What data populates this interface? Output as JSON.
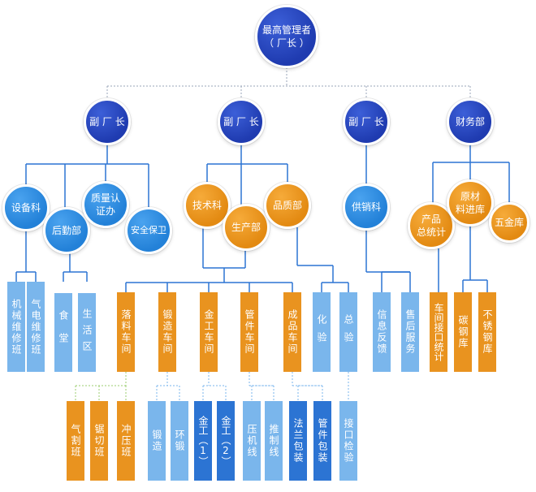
{
  "top": {
    "label": "最高管理者\n（ 厂长 ）"
  },
  "level2": {
    "vp1": "副 厂 长",
    "vp2": "副 厂 长",
    "vp3": "副 厂 长",
    "finance": "财务部"
  },
  "level3": {
    "equipment": "设备科",
    "logistics": "后勤部",
    "quality_cert": "质量认\n证办",
    "safety": "安全保卫",
    "tech": "技术科",
    "production": "生产部",
    "quality": "品质部",
    "supply_sales": "供销科",
    "product_stats": "产品\n总统计",
    "raw_material": "原材\n料进库",
    "hardware": "五金库"
  },
  "level4": {
    "mech_repair": "机械维修班",
    "elec_repair": "气电维修班",
    "canteen": "食堂",
    "living": "生活区",
    "blanking": "落料车间",
    "forging": "锻造车间",
    "metalwork": "金工车间",
    "pipe": "管件车间",
    "finished": "成品车间",
    "lab": "化验",
    "inspection": "总验",
    "feedback": "信息反馈",
    "after_sales": "售后服务",
    "workshop_stats": "车间接口统计",
    "carbon_steel": "碳钢库",
    "stainless": "不锈钢库"
  },
  "level5": {
    "gas_cut": "气割班",
    "saw_cut": "锯切班",
    "punch": "冲压班",
    "forge": "锻造",
    "ring_forge": "环锻",
    "metal1": "金工（1）",
    "metal2": "金工（2）",
    "press_line": "压机线",
    "push_line": "推制线",
    "flange_pack": "法兰包装",
    "pipe_pack": "管件包装",
    "interface_check": "接口检验"
  },
  "colors": {
    "navy": "#1f3bb0",
    "blue": "#2381d8",
    "orange": "#e38a12",
    "light_blue_box": "#7ab6ec",
    "orange_box": "#e9931f",
    "dark_blue_box": "#2c74d3"
  }
}
